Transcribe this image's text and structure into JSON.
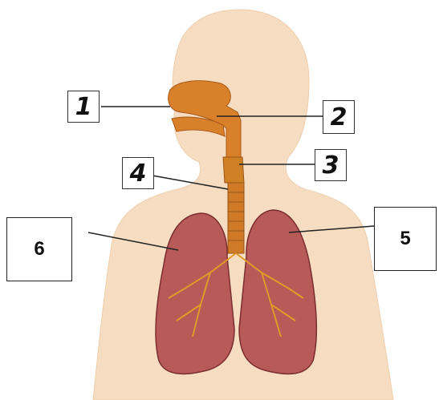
{
  "labels": {
    "one": "1",
    "two": "2",
    "three": "3",
    "four": "4",
    "five": "5",
    "six": "6"
  },
  "colors": {
    "skin": "#f6dcc0",
    "airway": "#d9802a",
    "lung": "#b85a58",
    "bronchi": "#e09a2a"
  }
}
